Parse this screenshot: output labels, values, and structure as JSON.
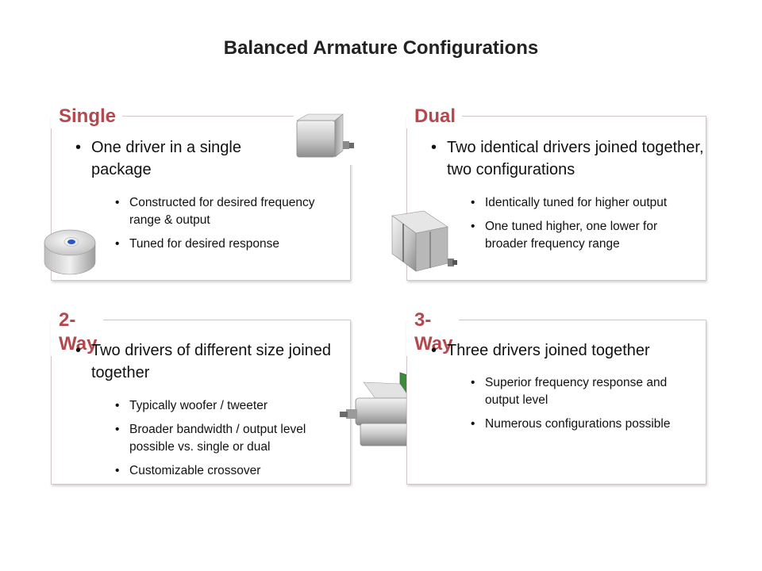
{
  "title": "Balanced Armature Configurations",
  "panels": [
    {
      "heading": "Single",
      "main": "One driver in a single package",
      "subs": [
        "Constructed for desired frequency range & output",
        "Tuned for desired response"
      ]
    },
    {
      "heading": "Dual",
      "main": "Two identical drivers joined together, two configurations",
      "subs": [
        "Identically tuned for higher output",
        "One tuned higher, one lower for broader frequency range"
      ]
    },
    {
      "heading": "2-Way",
      "main": "Two drivers of different size joined together",
      "subs": [
        "Typically woofer / tweeter",
        "Broader bandwidth / output level possible vs. single or dual",
        "Customizable crossover"
      ]
    },
    {
      "heading": "3-Way",
      "main": "Three drivers joined together",
      "subs": [
        "Superior frequency response and output level",
        "Numerous configurations possible"
      ]
    }
  ],
  "colors": {
    "heading": "#b5474d",
    "frame": "#d4c7c9"
  },
  "icons": {
    "single_box": "rectangular-driver-icon",
    "single_round": "round-driver-icon",
    "dual": "dual-driver-icon",
    "two_way": "two-way-driver-icon"
  }
}
